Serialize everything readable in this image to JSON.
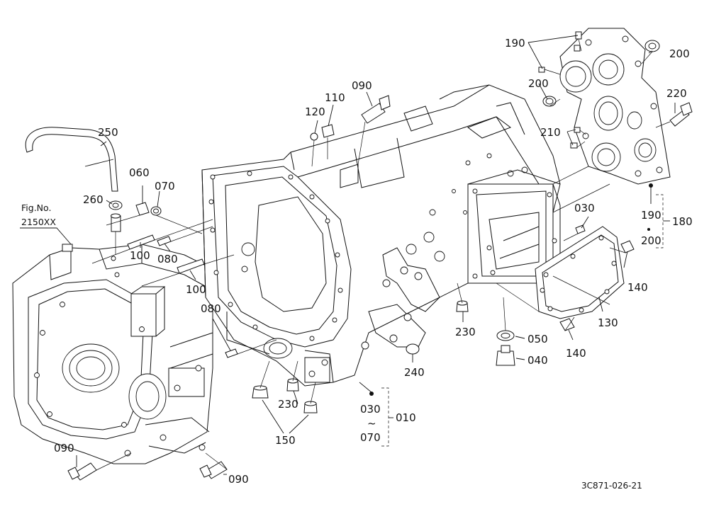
{
  "figure_ref": {
    "line1": "Fig.No.",
    "line2": "2150XX"
  },
  "callouts": {
    "c250": "250",
    "c260": "260",
    "c060": "060",
    "c070": "070",
    "c100a": "100",
    "c100b": "100",
    "c080a": "080",
    "c080b": "080",
    "c120": "120",
    "c110": "110",
    "c090_top": "090",
    "c090_bl": "090",
    "c090_br": "090",
    "c190_top": "190",
    "c200_top": "200",
    "c200_mid": "200",
    "c220": "220",
    "c210": "210",
    "c190_grp": "190",
    "c200_grp": "200",
    "c180": "180",
    "c030_r": "030",
    "c140_a": "140",
    "c140_b": "140",
    "c130": "130",
    "c230_r": "230",
    "c050": "050",
    "c040": "040",
    "c240": "240",
    "c230_b": "230",
    "c150": "150",
    "c030_grp": "030",
    "c070_grp": "070",
    "c010": "010"
  },
  "range_symbol": "~",
  "drawing_code": "3C871-026-21"
}
